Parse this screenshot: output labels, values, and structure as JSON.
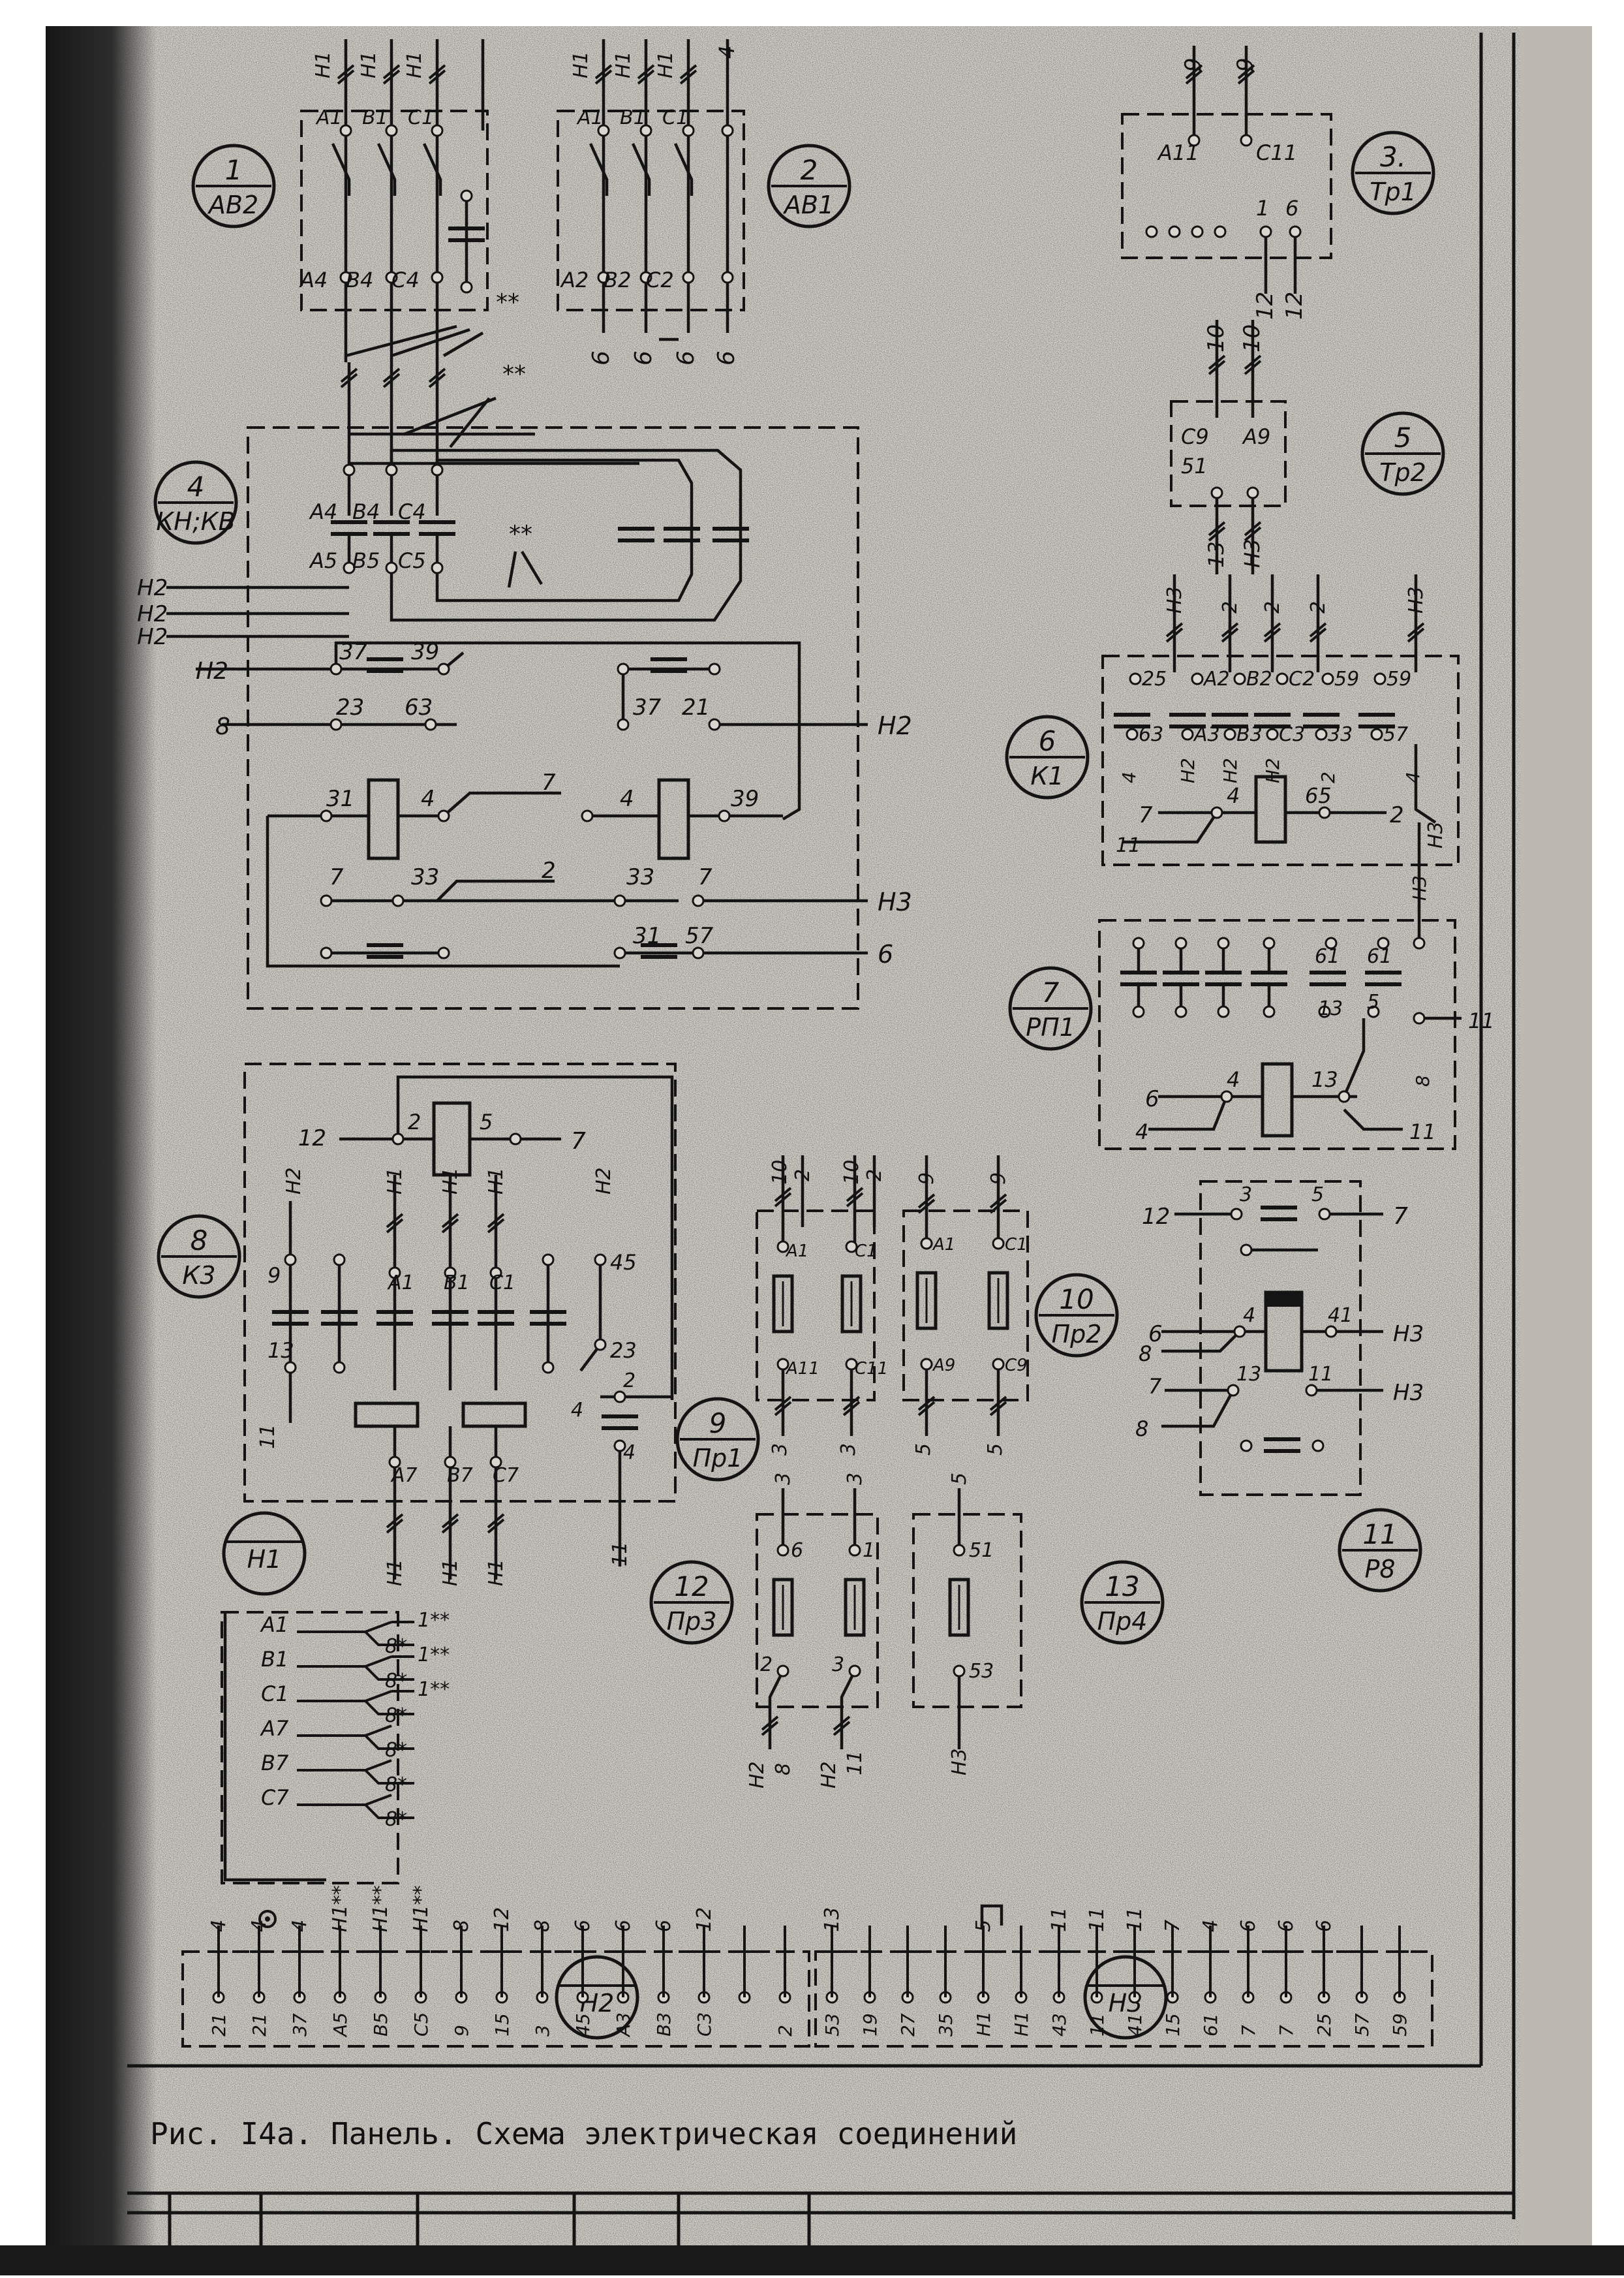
{
  "caption": "Рис. I4а. Панель. Схема электрическая соединений",
  "colors": {
    "ink": "#141414",
    "paper": "#d9d6cf",
    "dark_edge": "#1a1a1a"
  },
  "blocks": [
    {
      "num": "1",
      "code": "АВ2"
    },
    {
      "num": "2",
      "code": "АВ1"
    },
    {
      "num": "3.",
      "code": "Тр1"
    },
    {
      "num": "4",
      "code": "КН;КВ"
    },
    {
      "num": "5",
      "code": "Тр2"
    },
    {
      "num": "6",
      "code": "К1"
    },
    {
      "num": "7",
      "code": "РП1"
    },
    {
      "num": "8",
      "code": "К3"
    },
    {
      "num": "9",
      "code": "Пр1"
    },
    {
      "num": "10",
      "code": "Пр2"
    },
    {
      "num": "11",
      "code": "Р8"
    },
    {
      "num": "12",
      "code": "Пр3"
    },
    {
      "num": "13",
      "code": "Пр4"
    },
    {
      "num": "",
      "code": "Н1"
    },
    {
      "num": "",
      "code": "Н2"
    },
    {
      "num": "",
      "code": "Н3"
    }
  ],
  "labels": {
    "ab2_top": [
      "Н1",
      "Н1",
      "Н1"
    ],
    "ab2_pins_top": [
      "А1",
      "В1",
      "С1"
    ],
    "ab2_pins_bot": [
      "А4",
      "В4",
      "С4"
    ],
    "ab1_top": [
      "Н1",
      "Н1",
      "Н1",
      "4"
    ],
    "ab1_pins_top": [
      "А1",
      "В1",
      "С1"
    ],
    "ab1_pins_bot": [
      "А2",
      "В2",
      "С2"
    ],
    "ab1_out": [
      "6",
      "6",
      "6",
      "6"
    ],
    "tr1_top": [
      "9",
      "9"
    ],
    "tr1_pins": [
      "А11",
      "С11",
      "1",
      "6"
    ],
    "tr1_out": [
      "12",
      "12"
    ],
    "tr2_top": [
      "10",
      "10"
    ],
    "tr2_pins": [
      "С9",
      "А9",
      "51"
    ],
    "tr2_out": [
      "13",
      "Н3"
    ],
    "star": "**",
    "kn_pins": [
      "А4",
      "В4",
      "С4",
      "А5",
      "В5",
      "С5"
    ],
    "kn_left": [
      "Н2",
      "Н2",
      "Н2"
    ],
    "kn_nums": [
      "37",
      "39",
      "23",
      "63",
      "37",
      "21",
      "31",
      "4",
      "7",
      "4",
      "39",
      "7",
      "33",
      "2",
      "33",
      "7",
      "31",
      "57"
    ],
    "kn_left_h2": "Н2",
    "kn_left_8": "8",
    "kn_right": [
      "Н2",
      "Н3",
      "6"
    ],
    "k1_top": [
      "Н3",
      "2",
      "2",
      "2",
      "Н3"
    ],
    "k1_pins": [
      "25",
      "А2",
      "В2",
      "С2",
      "59",
      "59",
      "63",
      "А3",
      "В3",
      "С3",
      "33",
      "57",
      "4",
      "Н2",
      "Н2",
      "Н2",
      "2",
      "4",
      "7",
      "4",
      "65",
      "2",
      "11",
      "Н3"
    ],
    "rp1_pins": [
      "Н3",
      "61",
      "61",
      "13",
      "5",
      "11",
      "8",
      "6",
      "4",
      "13",
      "4",
      "11"
    ],
    "k3_pins": [
      "12",
      "2",
      "5",
      "7",
      "Н2",
      "Н1",
      "Н1",
      "Н1",
      "Н2",
      "9",
      "А1",
      "В1",
      "С1",
      "45",
      "13",
      "23",
      "11",
      "2",
      "4",
      "А7",
      "В7",
      "С7",
      "4",
      "11"
    ],
    "k3_bottom": [
      "Н1",
      "Н1",
      "Н1"
    ],
    "pr1_top": [
      "10",
      "2",
      "10",
      "2"
    ],
    "pr1_pins": [
      "А1",
      "С1",
      "А11",
      "С11"
    ],
    "pr1_out": [
      "3",
      "3"
    ],
    "pr2_top": [
      "9",
      "9"
    ],
    "pr2_pins": [
      "А1",
      "С1",
      "А9",
      "С9"
    ],
    "pr2_out": [
      "5",
      "5"
    ],
    "r8_pins": [
      "12",
      "3",
      "5",
      "7",
      "6",
      "4",
      "41",
      "Н3",
      "8",
      "7",
      "13",
      "11",
      "Н3",
      "8"
    ],
    "pr3_top": [
      "3",
      "3"
    ],
    "pr3_pins": [
      "6",
      "1",
      "2",
      "3"
    ],
    "pr3_out": [
      "Н2",
      "8",
      "Н2",
      "11"
    ],
    "pr4_top": [
      "5"
    ],
    "pr4_pins": [
      "51",
      "53"
    ],
    "pr4_out": [
      "Н3"
    ],
    "h1_rows": [
      {
        "pin": "А1",
        "a": "1**",
        "b": "8*"
      },
      {
        "pin": "В1",
        "a": "1**",
        "b": "8*"
      },
      {
        "pin": "С1",
        "a": "1**",
        "b": "8*"
      },
      {
        "pin": "А7",
        "a": "",
        "b": "8*"
      },
      {
        "pin": "В7",
        "a": "",
        "b": "8*"
      },
      {
        "pin": "С7",
        "a": "",
        "b": "8*"
      }
    ],
    "term_top_h2": [
      "4",
      "4",
      "4",
      "Н1**",
      "Н1**",
      "Н1**",
      "8",
      "12",
      "8",
      "6",
      "6",
      "6",
      "12"
    ],
    "term_pins_h2": [
      "21",
      "21",
      "37",
      "А5",
      "В5",
      "С5",
      "9",
      "15",
      "3",
      "45",
      "А3",
      "В3",
      "С3",
      "",
      "2"
    ],
    "term_top_h3": [
      "13",
      "",
      "",
      "",
      "5",
      "",
      "11",
      "11",
      "11",
      "7",
      "4",
      "6",
      "6",
      "6"
    ],
    "term_pins_h3": [
      "53",
      "19",
      "27",
      "35",
      "Н1",
      "Н1",
      "43",
      "11",
      "41",
      "15",
      "61",
      "7",
      "7",
      "25",
      "57",
      "59"
    ]
  }
}
